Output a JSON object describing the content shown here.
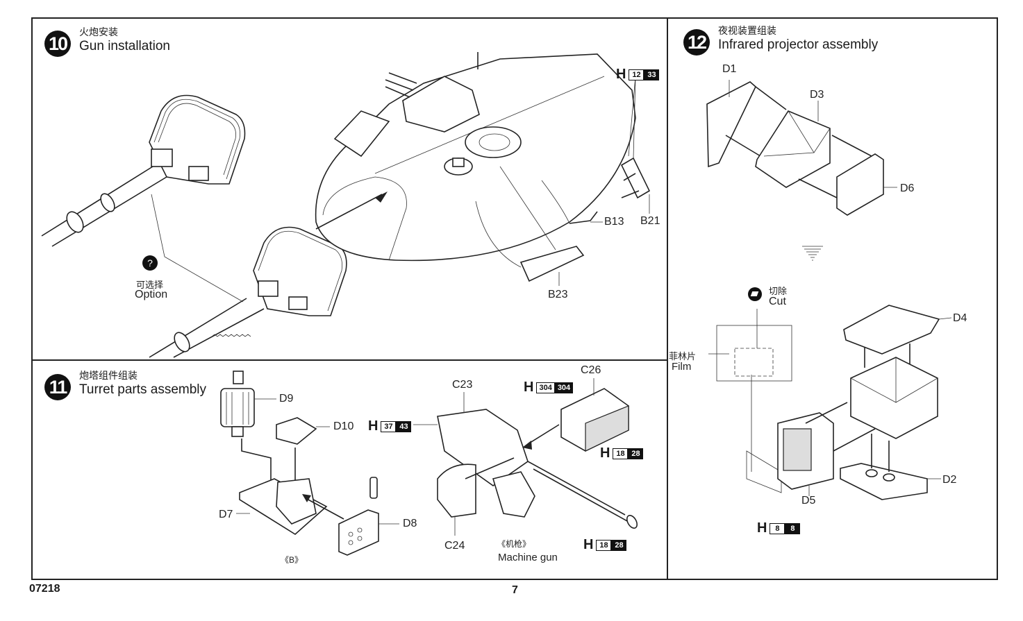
{
  "document": {
    "catalog_number": "07218",
    "page_number": "7"
  },
  "steps": [
    {
      "number": "10",
      "title_zh": "火炮安装",
      "title_en": "Gun installation",
      "option": {
        "zh": "可选择",
        "en": "Option",
        "icon": "question-mark-icon"
      },
      "parts": [
        "B13",
        "B21",
        "B23"
      ],
      "paint": [
        {
          "code": "H",
          "white": "12",
          "black": "33"
        }
      ]
    },
    {
      "number": "11",
      "title_zh": "炮塔组件组装",
      "title_en": "Turret parts assembly",
      "parts": [
        "D9",
        "D10",
        "D7",
        "D8",
        "C23",
        "C26",
        "C24"
      ],
      "sub_label_b": "《B》",
      "machine_gun": {
        "zh": "《机枪》",
        "en": "Machine gun"
      },
      "paint": [
        {
          "code": "H",
          "white": "37",
          "black": "43"
        },
        {
          "code": "H",
          "white": "304",
          "black": "304"
        },
        {
          "code": "H",
          "white": "18",
          "black": "28"
        },
        {
          "code": "H",
          "white": "18",
          "black": "28"
        }
      ]
    },
    {
      "number": "12",
      "title_zh": "夜视装置组装",
      "title_en": "Infrared projector assembly",
      "parts": [
        "D1",
        "D3",
        "D6",
        "D4",
        "D2",
        "D5"
      ],
      "cut": {
        "zh": "切除",
        "en": "Cut",
        "icon": "cut-icon"
      },
      "film": {
        "zh": "菲林片",
        "en": "Film"
      },
      "paint": [
        {
          "code": "H",
          "white": "8",
          "black": "8"
        }
      ]
    }
  ]
}
